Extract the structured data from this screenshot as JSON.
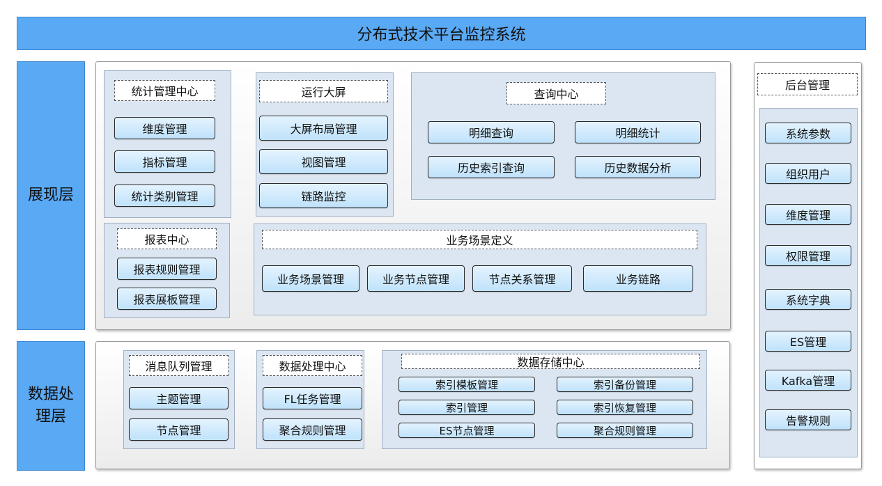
{
  "title": "分布式技术平台监控系统",
  "layers": {
    "presentation": "展现层",
    "processing": [
      "数据处",
      "理层"
    ]
  },
  "stats_center": {
    "header": "统计管理中心",
    "items": [
      "维度管理",
      "指标管理",
      "统计类别管理"
    ]
  },
  "run_screen": {
    "header": "运行大屏",
    "items": [
      "大屏布局管理",
      "视图管理",
      "链路监控"
    ]
  },
  "query_center": {
    "header": "查询中心",
    "items": [
      "明细查询",
      "明细统计",
      "历史索引查询",
      "历史数据分析"
    ]
  },
  "report_center": {
    "header": "报表中心",
    "items": [
      "报表规则管理",
      "报表展板管理"
    ]
  },
  "biz_scene": {
    "header": "业务场景定义",
    "items": [
      "业务场景管理",
      "业务节点管理",
      "节点关系管理",
      "业务链路"
    ]
  },
  "msg_queue": {
    "header": "消息队列管理",
    "items": [
      "主题管理",
      "节点管理"
    ]
  },
  "data_proc": {
    "header": "数据处理中心",
    "items": [
      "FL任务管理",
      "聚合规则管理"
    ]
  },
  "data_store": {
    "header": "数据存储中心",
    "items": [
      "索引模板管理",
      "索引备份管理",
      "索引管理",
      "索引恢复管理",
      "ES节点管理",
      "聚合规则管理"
    ]
  },
  "backend": {
    "header": "后台管理",
    "items": [
      "系统参数",
      "组织用户",
      "维度管理",
      "权限管理",
      "系统字典",
      "ES管理",
      "Kafka管理",
      "告警规则"
    ]
  }
}
